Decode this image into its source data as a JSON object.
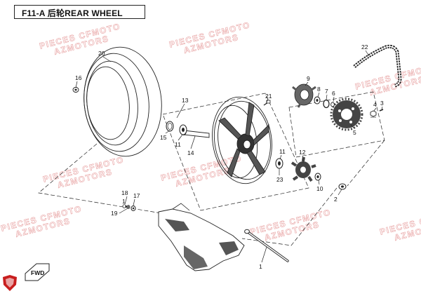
{
  "header": {
    "title": "F11-A  后轮REAR WHEEL"
  },
  "watermark": {
    "line1": "PIECES CFMOTO",
    "line2": "AZMOTORS"
  },
  "badge": {
    "text": "FWD"
  },
  "callouts": {
    "c1": "1",
    "c2": "2",
    "c4": "4",
    "c5": "5",
    "c6": "6",
    "c7": "7",
    "c8": "8",
    "c9": "9",
    "c10": "10",
    "c11a": "11",
    "c11b": "11",
    "c12": "12",
    "c13": "13",
    "c14": "14",
    "c15": "15",
    "c16": "16",
    "c17": "17",
    "c18": "18",
    "c19": "19",
    "c20": "20",
    "c21": "21",
    "c22": "22",
    "c23": "23"
  },
  "colors": {
    "line": "#222222",
    "watermark": "#e8a3a3",
    "logo": "#c81e1e"
  }
}
